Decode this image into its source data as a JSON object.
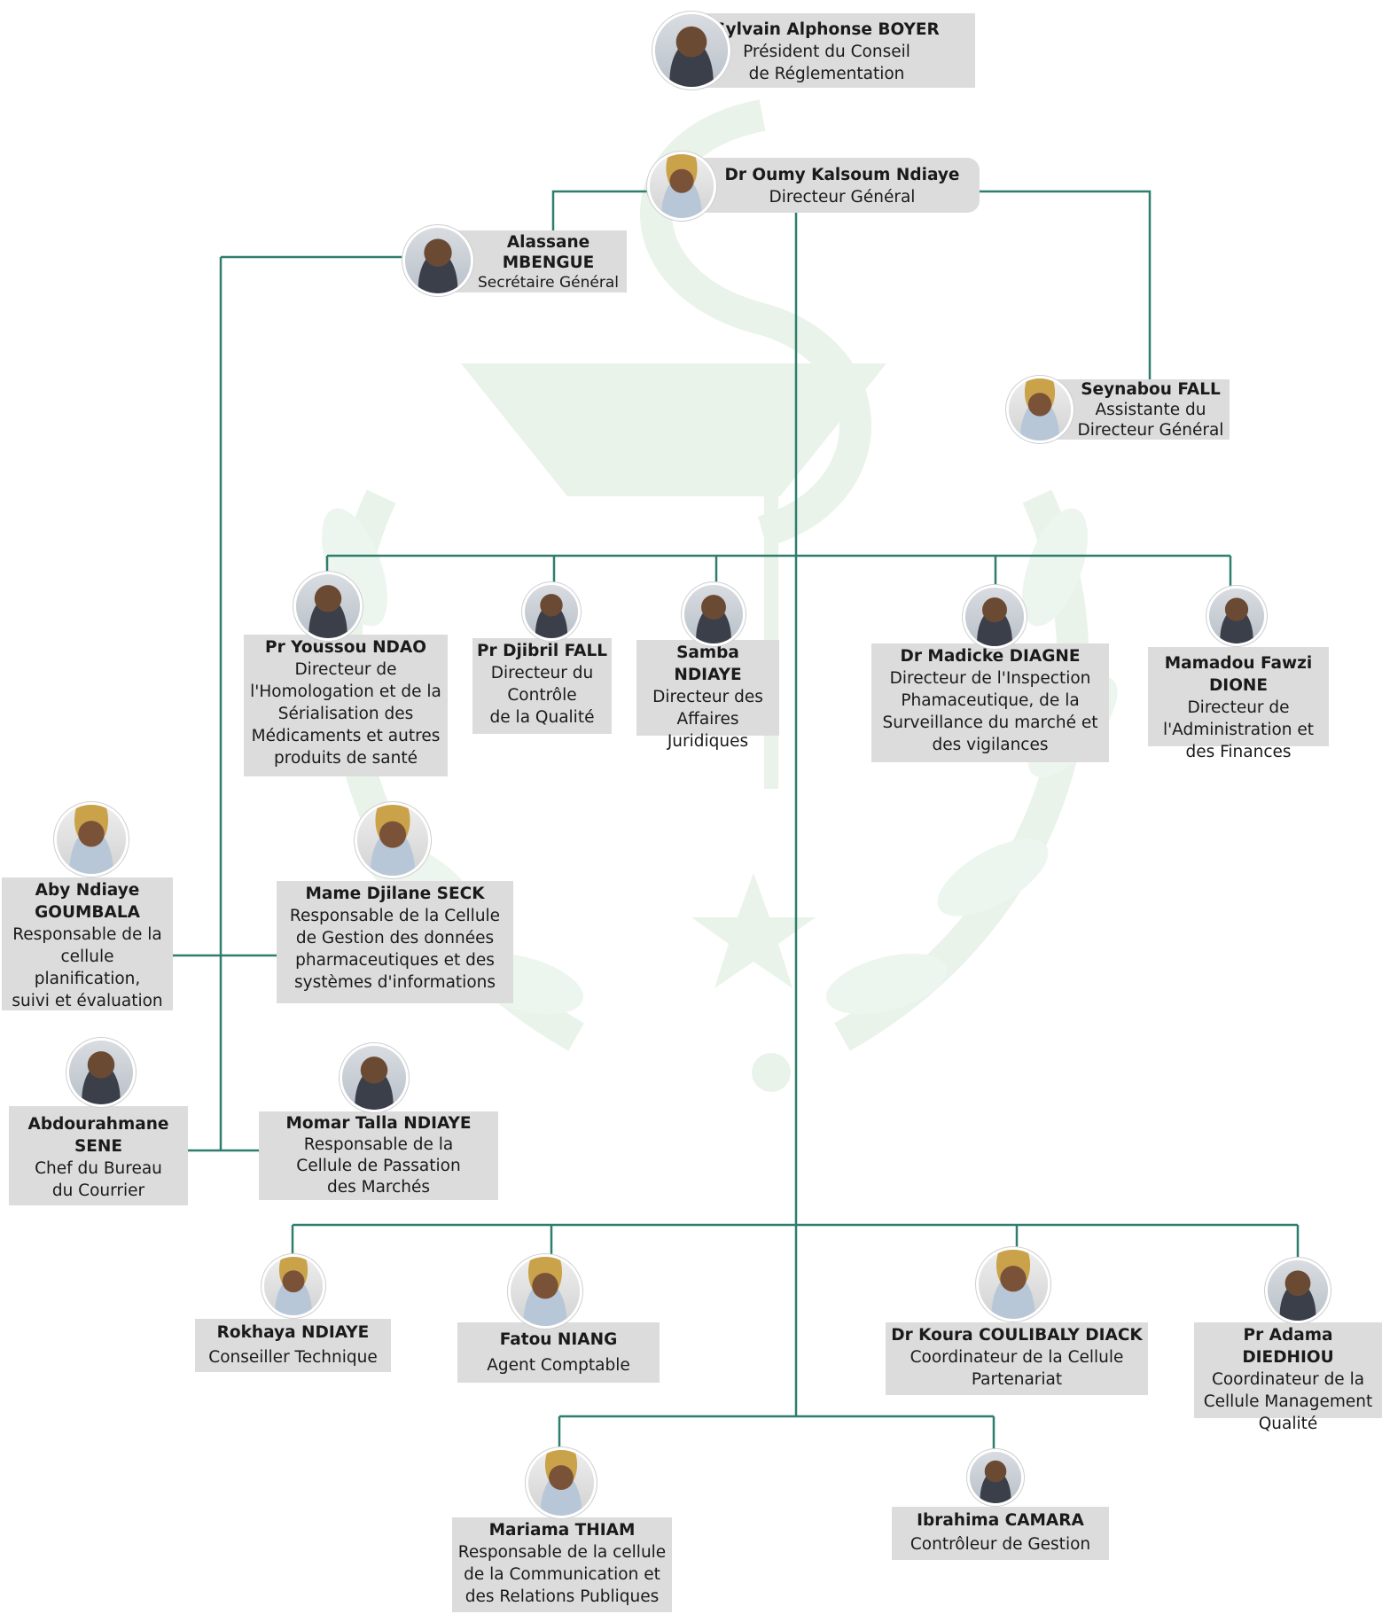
{
  "colors": {
    "line": "#2e7d6e",
    "box": "#dcdcdc",
    "watermark": "#e9f3ea"
  },
  "people": {
    "boyer": {
      "name": "Sylvain Alphonse BOYER",
      "role": "Président du Conseil\nde Réglementation"
    },
    "ndiaye_dg": {
      "name": "Dr Oumy Kalsoum Ndiaye",
      "role": "Directeur Général"
    },
    "mbengue": {
      "name": "Alassane\nMBENGUE",
      "role": "Secrétaire Général"
    },
    "sfall": {
      "name": "Seynabou FALL",
      "role": "Assistante du\nDirecteur Général"
    },
    "ndao": {
      "name": "Pr Youssou NDAO",
      "role": "Directeur de\nl'Homologation et de la\nSérialisation des\nMédicaments et autres\nproduits de santé"
    },
    "dfall": {
      "name": "Pr Djibril FALL",
      "role": "Directeur du\nContrôle\nde la Qualité"
    },
    "sndiaye": {
      "name": "Samba NDIAYE",
      "role": "Directeur des\nAffaires\nJuridiques"
    },
    "diagne": {
      "name": "Dr Madicke DIAGNE",
      "role": "Directeur de l'Inspection\nPhamaceutique, de la\nSurveillance du marché et\ndes vigilances"
    },
    "dione": {
      "name": "Mamadou Fawzi DIONE",
      "role": "Directeur de\nl'Administration et\ndes Finances"
    },
    "goumbala": {
      "name": "Aby Ndiaye\nGOUMBALA",
      "role": "Responsable de la\ncellule planification,\nsuivi et évaluation"
    },
    "seck": {
      "name": "Mame Djilane SECK",
      "role": "Responsable de la Cellule\nde Gestion des données\npharmaceutiques et des\nsystèmes d'informations"
    },
    "sene": {
      "name": "Abdourahmane\nSENE",
      "role": "Chef du Bureau\ndu Courrier"
    },
    "mtndiaye": {
      "name": "Momar Talla NDIAYE",
      "role": "Responsable de la\nCellule de Passation\ndes Marchés"
    },
    "rndiaye": {
      "name": "Rokhaya NDIAYE",
      "role": "Conseiller Technique"
    },
    "niang": {
      "name": "Fatou NIANG",
      "role": "Agent Comptable"
    },
    "diack": {
      "name": "Dr Koura COULIBALY DIACK",
      "role": "Coordinateur de la Cellule\nPartenariat"
    },
    "diedhiou": {
      "name": "Pr Adama DIEDHIOU",
      "role": "Coordinateur de la\nCellule Management\nQualité"
    },
    "thiam": {
      "name": "Mariama THIAM",
      "role": "Responsable de la cellule\nde la Communication et\ndes Relations Publiques"
    },
    "camara": {
      "name": "Ibrahima CAMARA",
      "role": "Contrôleur de Gestion"
    }
  }
}
